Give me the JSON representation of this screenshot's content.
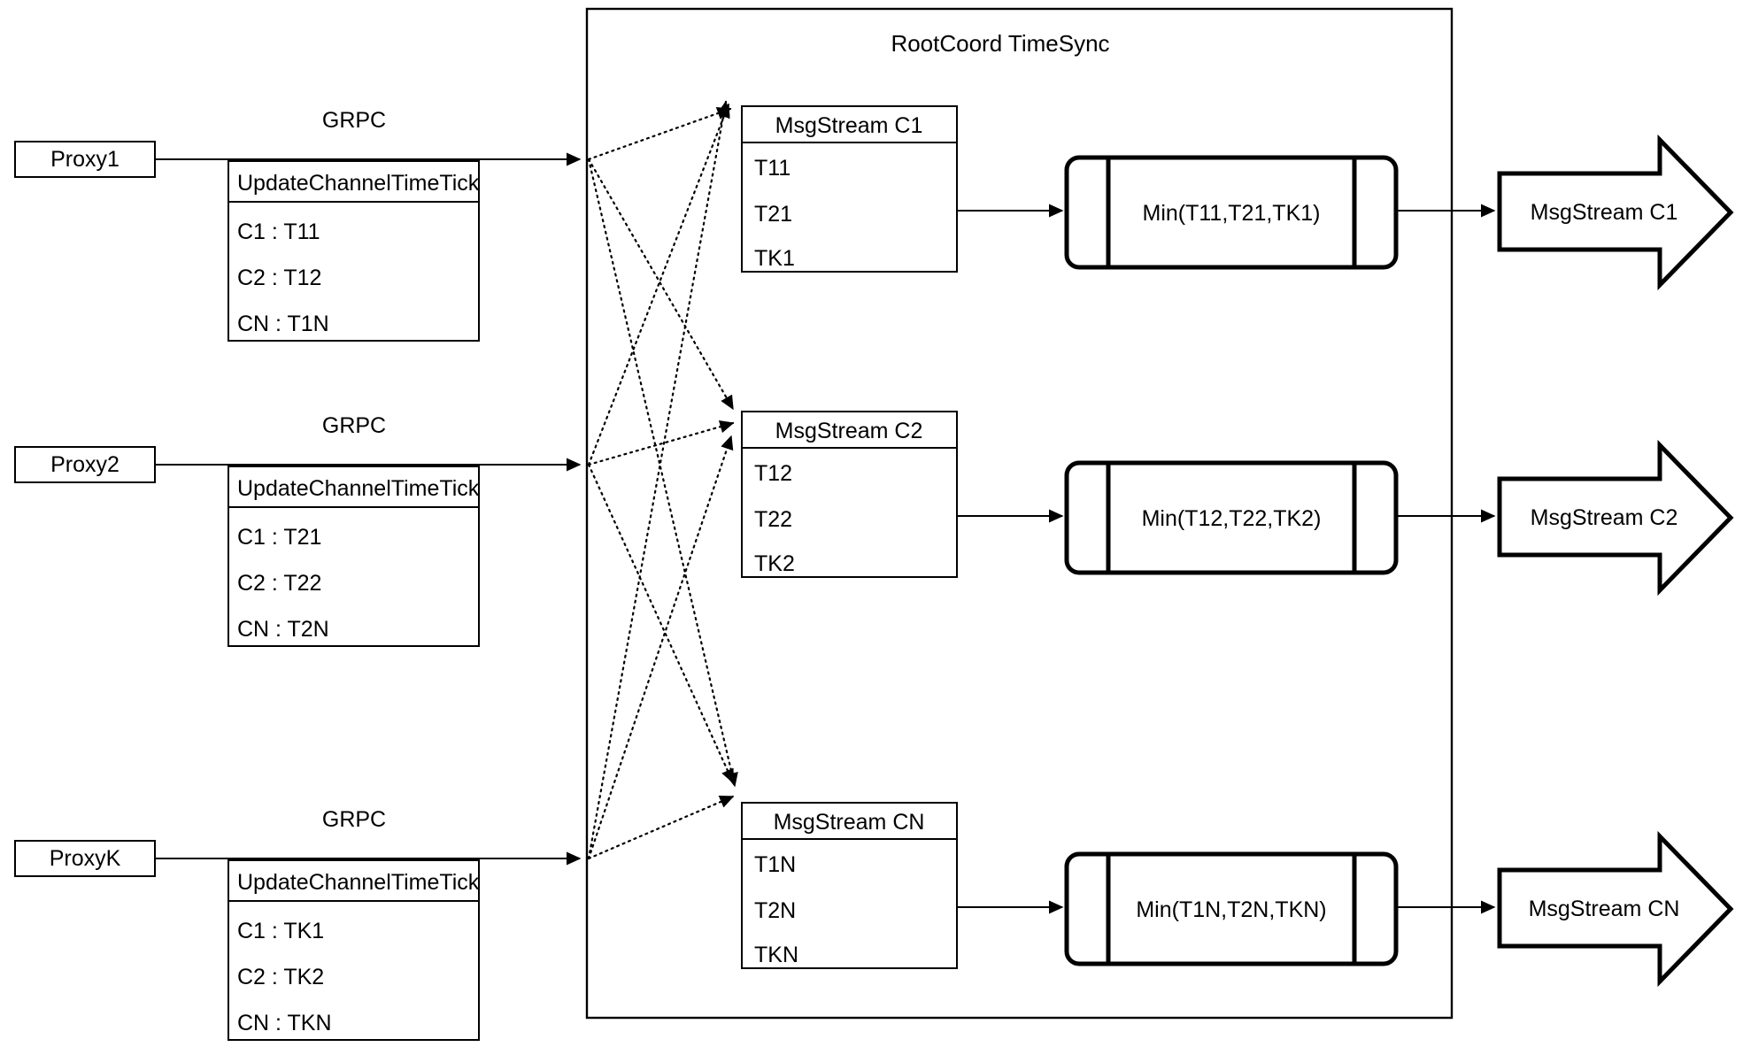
{
  "diagram": {
    "title": "RootCoord TimeSync",
    "container_label": "RootCoord TimeSync",
    "proxies": [
      {
        "name": "Proxy1",
        "link_label": "GRPC",
        "rpc_title": "UpdateChannelTimeTick",
        "rows": [
          "C1 :  T11",
          "C2 :  T12",
          "CN : T1N"
        ]
      },
      {
        "name": "Proxy2",
        "link_label": "GRPC",
        "rpc_title": "UpdateChannelTimeTick",
        "rows": [
          "C1 :  T21",
          "C2 :  T22",
          "CN : T2N"
        ]
      },
      {
        "name": "ProxyK",
        "link_label": "GRPC",
        "rpc_title": "UpdateChannelTimeTick",
        "rows": [
          "C1 :  TK1",
          "C2 :  TK2",
          "CN : TKN"
        ]
      }
    ],
    "channels": [
      {
        "stream_title": "MsgStream C1",
        "ticks": [
          "T11",
          "T21",
          "TK1"
        ],
        "min_label": "Min(T11,T21,TK1)",
        "output_label": "MsgStream C1"
      },
      {
        "stream_title": "MsgStream C2",
        "ticks": [
          "T12",
          "T22",
          "TK2"
        ],
        "min_label": "Min(T12,T22,TK2)",
        "output_label": "MsgStream C2"
      },
      {
        "stream_title": "MsgStream CN",
        "ticks": [
          "T1N",
          "T2N",
          "TKN"
        ],
        "min_label": "Min(T1N,T2N,TKN)",
        "output_label": "MsgStream CN"
      }
    ],
    "colors": {
      "stroke": "#000000",
      "background": "#ffffff"
    }
  }
}
